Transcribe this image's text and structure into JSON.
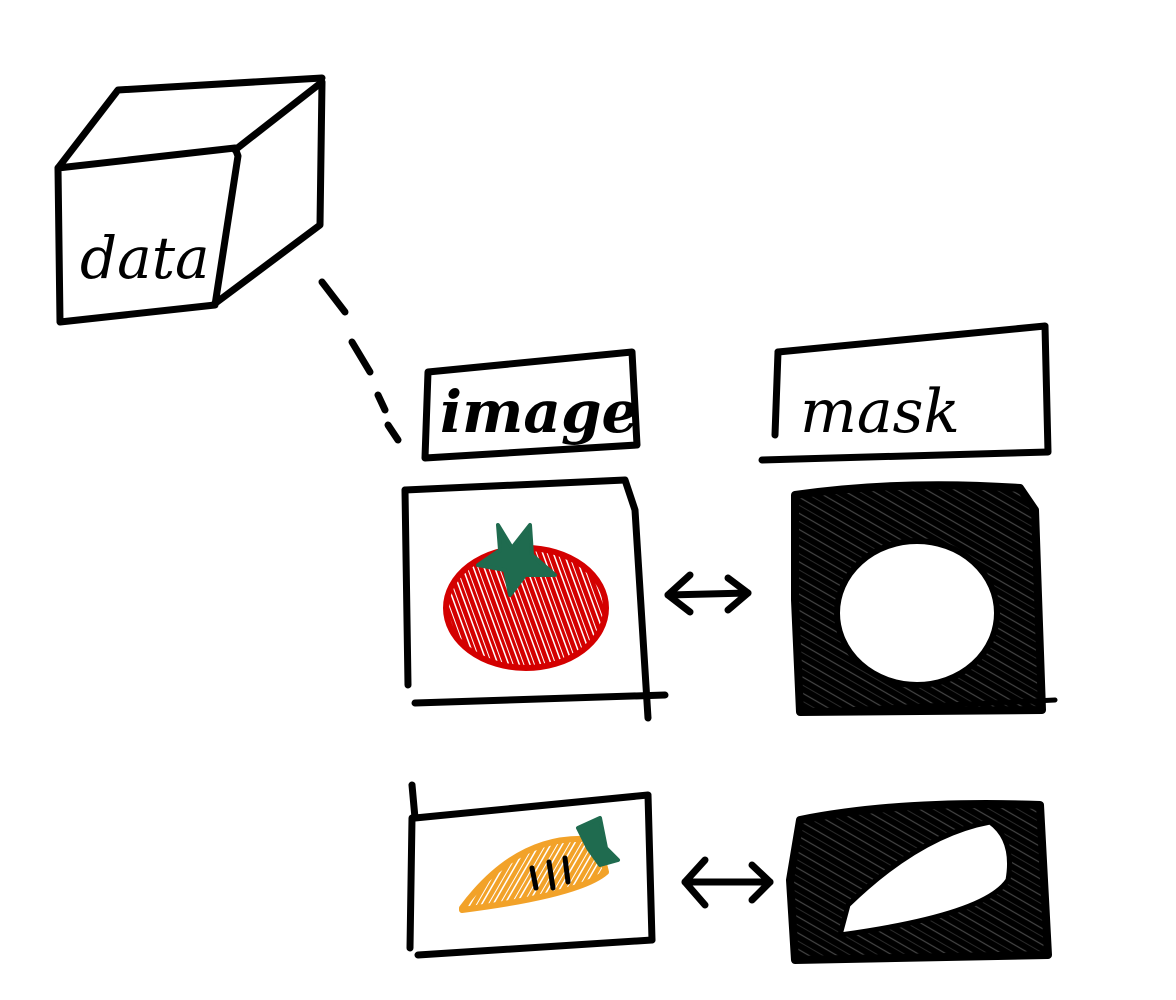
{
  "labels": {
    "data": "data",
    "image": "image",
    "mask": "mask"
  },
  "pairs": [
    {
      "image": "tomato-drawing",
      "mask": "tomato-mask"
    },
    {
      "image": "carrot-drawing",
      "mask": "carrot-mask"
    }
  ],
  "colors": {
    "ink": "#000000",
    "tomato_red": "#d40000",
    "leaf_green": "#1f6b4f",
    "carrot_orange": "#f2a229"
  }
}
